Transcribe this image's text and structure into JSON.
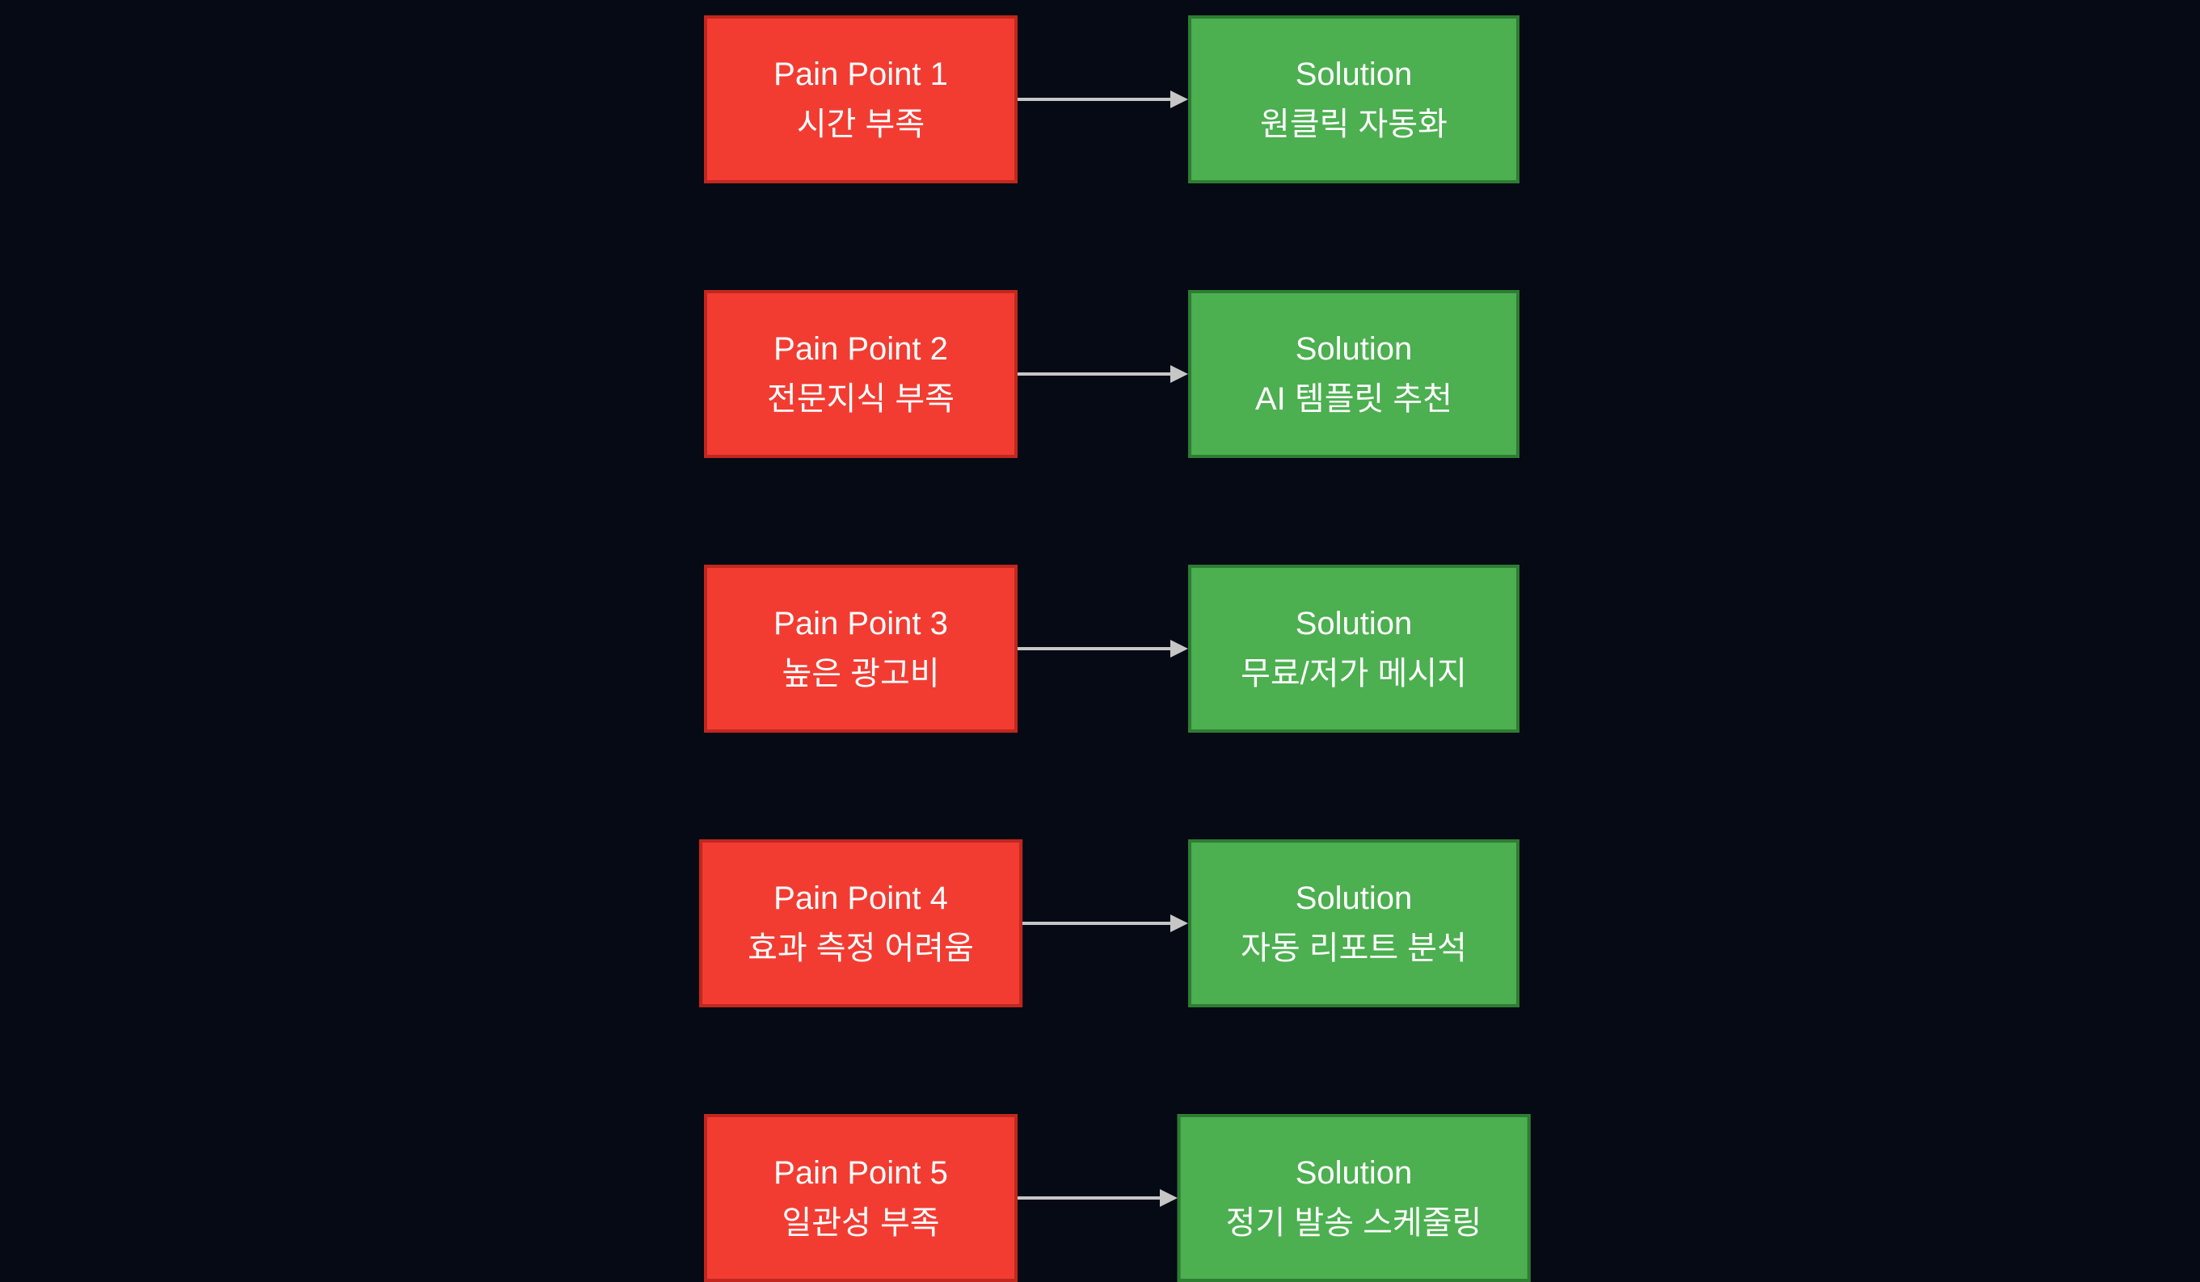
{
  "colors": {
    "background": "#050A15",
    "pain_fill": "#F23C32",
    "pain_border": "#C1271E",
    "solution_fill": "#4CAF50",
    "solution_border": "#2E7D32",
    "arrow": "#C6C6C6",
    "text": "#FFFFFF"
  },
  "rows": [
    {
      "pain": {
        "title": "Pain Point 1",
        "subtitle": "시간 부족"
      },
      "solution": {
        "title": "Solution",
        "subtitle": "원클릭 자동화"
      }
    },
    {
      "pain": {
        "title": "Pain Point 2",
        "subtitle": "전문지식 부족"
      },
      "solution": {
        "title": "Solution",
        "subtitle": "AI 템플릿 추천"
      }
    },
    {
      "pain": {
        "title": "Pain Point 3",
        "subtitle": "높은 광고비"
      },
      "solution": {
        "title": "Solution",
        "subtitle": "무료/저가 메시지"
      }
    },
    {
      "pain": {
        "title": "Pain Point 4",
        "subtitle": "효과 측정 어려움"
      },
      "solution": {
        "title": "Solution",
        "subtitle": "자동 리포트 분석"
      }
    },
    {
      "pain": {
        "title": "Pain Point 5",
        "subtitle": "일관성 부족"
      },
      "solution": {
        "title": "Solution",
        "subtitle": "정기 발송 스케줄링"
      }
    }
  ]
}
